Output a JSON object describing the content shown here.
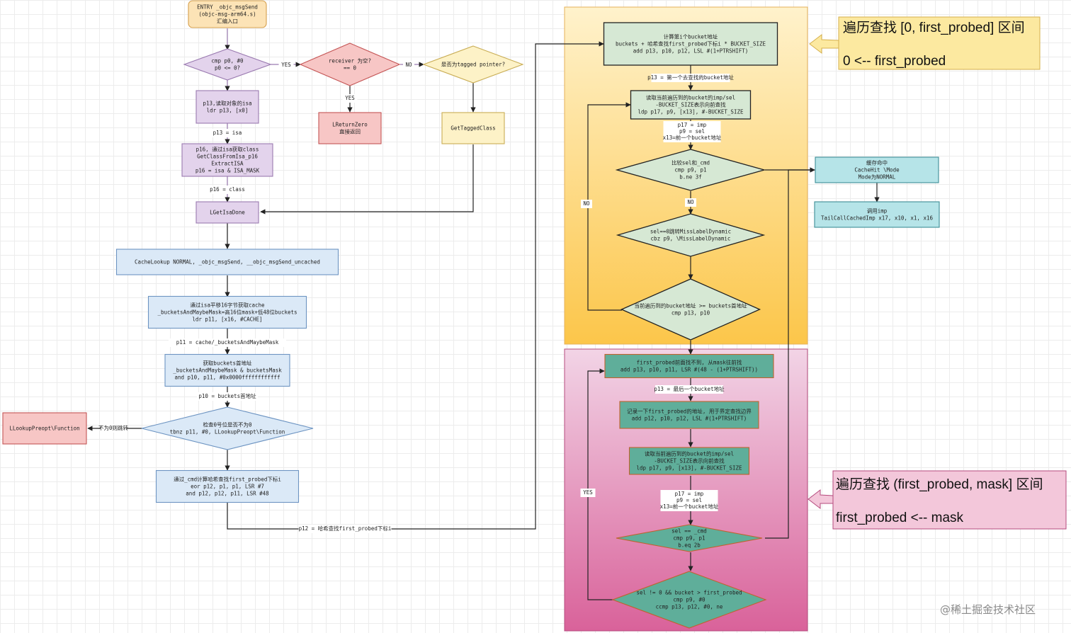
{
  "colors": {
    "orange_fill": "#fce3b6",
    "orange_stroke": "#d6a04d",
    "purple_fill": "#e3d3ec",
    "purple_stroke": "#9a7ab0",
    "red_fill": "#f7c6c5",
    "red_stroke": "#c45555",
    "yellow_fill": "#fdf2c7",
    "yellow_stroke": "#c9ad55",
    "blue_fill": "#dbe9f7",
    "blue_stroke": "#6d94c2",
    "green_fill": "#d6e8d4",
    "green_stroke": "#222222",
    "teal_fill": "#5fae9a",
    "teal_stroke": "#c0622d",
    "cyan_fill": "#b6e4e8",
    "cyan_stroke": "#3d8e96",
    "region1_top": "#fff2cc",
    "region1_bottom": "#fcc64a",
    "region2_top": "#f2d4e6",
    "region2_bottom": "#d9629a",
    "callout1_fill": "#fce9a0",
    "callout2_fill": "#f3c7da"
  },
  "nodes": {
    "entry": [
      "ENTRY _objc_msgSend",
      "(objc-msg-arm64.s)",
      "汇编入口"
    ],
    "cmp_p0": [
      "cmp p0, #0",
      "p0 <= 0?"
    ],
    "receiver_nil": [
      "receiver 为空?",
      "== 0"
    ],
    "is_tagged": [
      "是否为tagged pointer?"
    ],
    "load_isa": [
      "p13,读取对象的isa",
      "ldr p13, [x0]"
    ],
    "lreturn_zero": [
      "LReturnZero",
      "直接返回"
    ],
    "get_tagged_class": [
      "GetTaggedClass"
    ],
    "get_class_from_isa": [
      "p16, 通过isa获取class",
      "GetClassFromIsa_p16",
      "ExtractISA",
      "p16 = isa & ISA_MASK"
    ],
    "lget_isa_done": [
      "LGetIsaDone"
    ],
    "cache_lookup": [
      "CacheLookup NORMAL, _objc_msgSend, __objc_msgSend_uncached"
    ],
    "get_cache": [
      "通过isa平移16字节获取cache",
      "_bucketsAndMaybeMask=高16位mask+低48位buckets",
      "ldr p11, [x16, #CACHE]"
    ],
    "get_buckets": [
      "获取buckets首地址",
      "_bucketsAndMaybeMask & bucketsMask",
      "and p10, p11, #0x0000ffffffffffff"
    ],
    "check_bit0": [
      "检查0号位是否不为0",
      "tbnz p11, #0, LLookupPreopt\\Function"
    ],
    "llookup_preopt": [
      "LLookupPreopt\\Function"
    ],
    "hash_index": [
      "通过_cmd计算哈希查找first_probed下标i",
      "eor p12, p1, p1, LSR #7",
      "and p12, p12, p11, LSR #48"
    ],
    "calc_bucket": [
      "计算第i个bucket地址",
      "buckets + 哈希查找first_probed下标i * BUCKET_SIZE",
      "add p13, p10, p12, LSL #(1+PTRSHIFT)"
    ],
    "read_bucket_1": [
      "读取当前遍历到的bucket的imp/sel",
      "-BUCKET_SIZE表示向前查找",
      "ldp p17, p9, [x13], #-BUCKET_SIZE"
    ],
    "compare_sel_1": [
      "比较sel和_cmd",
      "cmp p9, p1",
      "b.ne 3f"
    ],
    "miss_dynamic": [
      "sel==0跳转MissLabelDynamic",
      "cbz p9, \\MissLabelDynamic"
    ],
    "bucket_ge": [
      "当前遍历到的bucket地址 >= buckets首地址",
      "cmp p13, p10"
    ],
    "cache_hit": [
      "缓存命中",
      "CacheHit \\Mode",
      "Mode为NORMAL"
    ],
    "call_imp": [
      "调用imp",
      "TailCallCachedImp x17, x10, x1, x16"
    ],
    "first_probed_back": [
      "first_probed前面找不到, 从mask往前找",
      "add p13, p10, p11, LSR #(48 - (1+PTRSHIFT))"
    ],
    "record_first_probed": [
      "记录一下first_probed的地址, 用于界定查找边界",
      "add p12, p10, p12, LSL #(1+PTRSHIFT)"
    ],
    "read_bucket_2": [
      "读取当前遍历到的bucket的imp/sel",
      "-BUCKET_SIZE表示向前查找",
      "ldp p17, p9, [x13], #-BUCKET_SIZE"
    ],
    "compare_sel_2": [
      "sel == _cmd",
      "cmp p9, p1",
      "b.eq 2b"
    ],
    "loop_condition_2": [
      "sel != 0 && bucket > first_probed",
      "cmp p9, #0",
      "ccmp p13, p12, #0, ne"
    ]
  },
  "edge_labels": {
    "yes1": [
      "YES"
    ],
    "no1": [
      "NO"
    ],
    "yes2": [
      "YES"
    ],
    "p13_isa": [
      "p13 = isa"
    ],
    "p16_class": [
      "p16 = class"
    ],
    "p11_cache": [
      "p11 = cache/_bucketsAndMaybeMask"
    ],
    "p10_buckets": [
      "p10 = buckets首地址"
    ],
    "not_zero_jump": [
      "不为0则跳转"
    ],
    "p12_hash": [
      "p12 = 哈希查找first_probed下标i"
    ],
    "p13_first": [
      "p13 = 第一个去查找的bucket地址"
    ],
    "imp_sel_1": [
      "p17 = imp",
      "p9 = sel",
      "x13=前一个bucket地址"
    ],
    "no_right": [
      "NO"
    ],
    "no_left": [
      "NO"
    ],
    "p13_last": [
      "p13 = 最后一个bucket地址"
    ],
    "imp_sel_2": [
      "p17 = imp",
      "p9 = sel",
      "x13=前一个bucket地址"
    ],
    "yes_left": [
      "YES"
    ]
  },
  "callouts": {
    "range1_title": "遍历查找 [0, first_probed] 区间",
    "range1_detail": "0  <-- first_probed",
    "range2_title": "遍历查找 (first_probed, mask] 区间",
    "range2_detail": "first_probed <-- mask"
  },
  "watermark": "@稀土掘金技术社区"
}
